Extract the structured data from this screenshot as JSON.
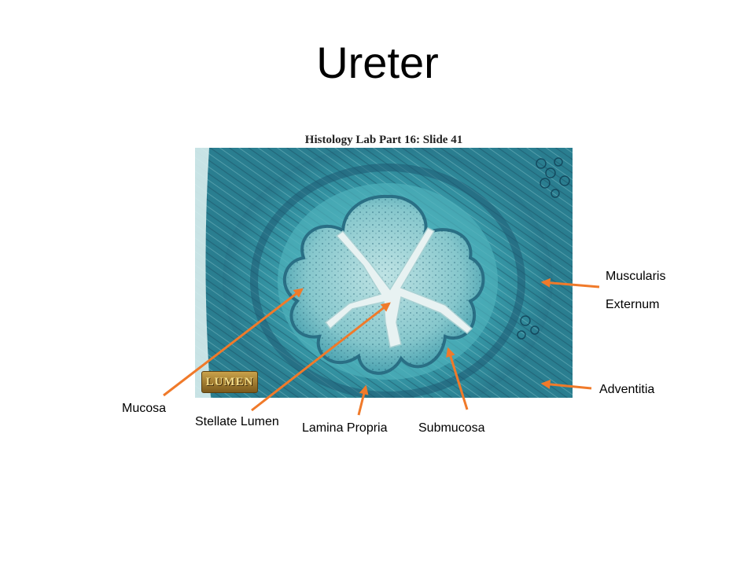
{
  "slide": {
    "title": "Ureter"
  },
  "image": {
    "caption": "Histology Lab Part 16: Slide 41",
    "watermark": "LUMEN"
  },
  "labels": {
    "muscularis_line1": "Muscularis",
    "muscularis_line2": "Externum",
    "adventitia": "Adventitia",
    "mucosa": "Mucosa",
    "stellate_lumen": "Stellate Lumen",
    "lamina_propria": "Lamina Propria",
    "submucosa": "Submucosa"
  },
  "colors": {
    "arrow": "#f07a2a",
    "tissue_stain": "#3fa6b4",
    "lumen": "#e8f2f2",
    "background": "#ffffff"
  }
}
